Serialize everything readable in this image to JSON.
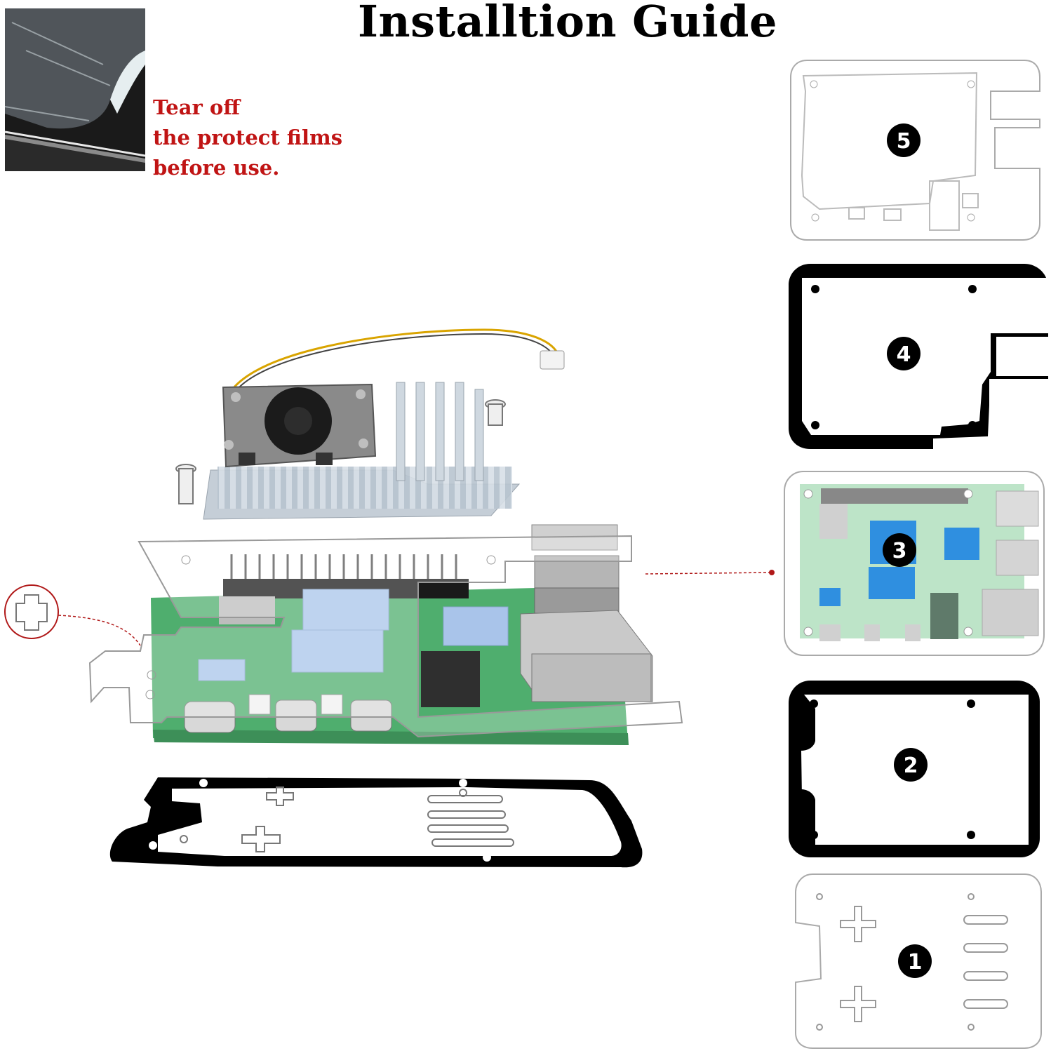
{
  "title": "Installtion Guide",
  "note": {
    "line1": "Tear off",
    "line2": "the protect films",
    "line3": "before use."
  },
  "layers": [
    {
      "number": "5",
      "style": "clear"
    },
    {
      "number": "4",
      "style": "black"
    },
    {
      "number": "3",
      "style": "board"
    },
    {
      "number": "2",
      "style": "black"
    },
    {
      "number": "1",
      "style": "clear"
    }
  ],
  "colors": {
    "note_text": "#c01414",
    "pcb_green": "#4fae6e",
    "thermal_pad": "#a9c4ea",
    "dotted_line": "#b01818",
    "heatsink": "#c9d3dc"
  }
}
